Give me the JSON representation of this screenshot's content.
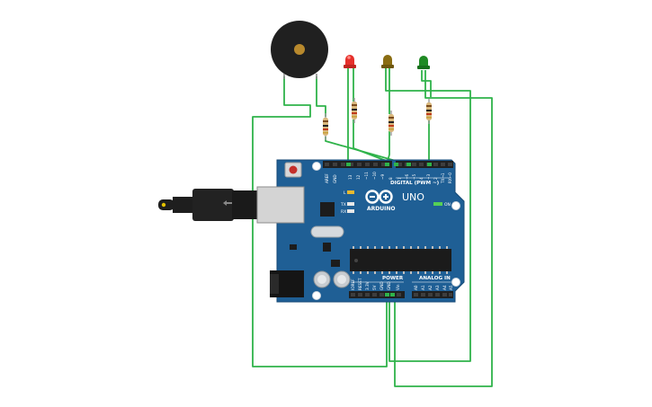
{
  "board": {
    "logo_text": "ARDUINO",
    "model": "UNO",
    "digital_header": "DIGITAL (PWM ~)",
    "power_header": "POWER",
    "analog_header": "ANALOG IN",
    "on_label": "ON",
    "led_l": "L",
    "led_tx": "TX",
    "led_rx": "RX",
    "digital_pins": [
      "AREF",
      "GND",
      "13",
      "12",
      "~11",
      "~10",
      "~9",
      "8",
      "7",
      "~6",
      "~5",
      "4",
      "~3",
      "2",
      "TX→1",
      "RX←0"
    ],
    "power_pins": [
      "IOREF",
      "RESET",
      "3.3V",
      "5V",
      "GND",
      "GND",
      "Vin"
    ],
    "analog_pins": [
      "A0",
      "A1",
      "A2",
      "A3",
      "A4",
      "A5"
    ]
  },
  "components": {
    "buzzer": "piezo-buzzer",
    "leds": [
      {
        "name": "red-led",
        "color": "#e5302b"
      },
      {
        "name": "yellow-led",
        "color": "#8a6d12"
      },
      {
        "name": "green-led",
        "color": "#1f8a24"
      }
    ],
    "wire_color": "#2fb34a",
    "board_color": "#1f5f95",
    "usb_cable_color": "#1e1e1e"
  }
}
